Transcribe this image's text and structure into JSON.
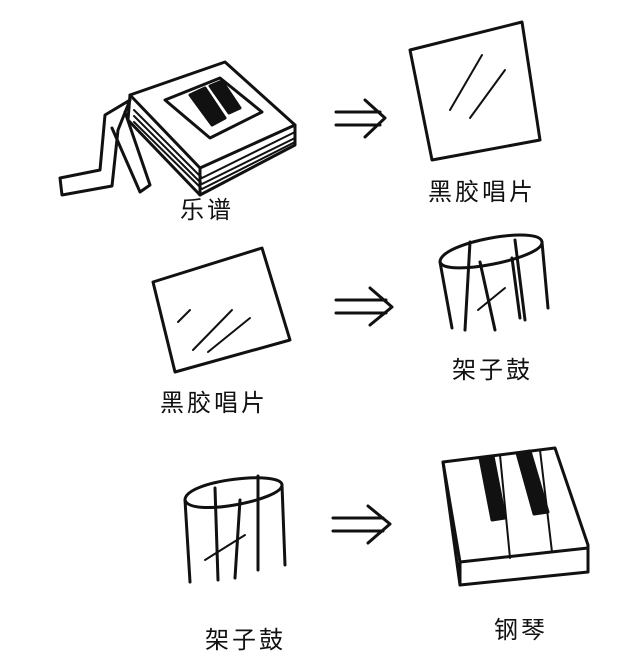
{
  "rows": [
    {
      "from_label": "乐谱",
      "to_label": "黑胶唱片",
      "from_icon": "sheet-music-book-icon",
      "to_icon": "vinyl-record-sleeve-icon"
    },
    {
      "from_label": "黑胶唱片",
      "to_label": "架子鼓",
      "from_icon": "vinyl-record-sleeve-icon",
      "to_icon": "drum-icon"
    },
    {
      "from_label": "架子鼓",
      "to_label": "钢琴",
      "from_icon": "drum-icon",
      "to_icon": "piano-keys-icon"
    }
  ],
  "arrow_icon": "double-arrow-right-icon",
  "colors": {
    "ink": "#111111",
    "background": "#ffffff"
  }
}
